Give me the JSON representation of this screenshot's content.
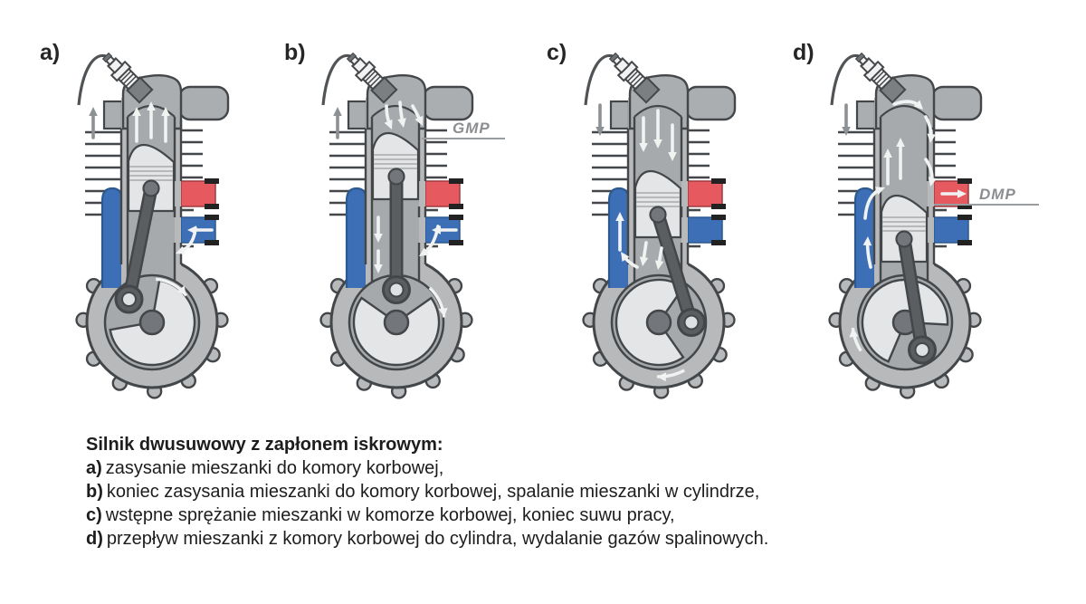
{
  "figure": {
    "background": "#ffffff",
    "panels": [
      {
        "id": "a",
        "label": "a)",
        "piston_position": "rising-mid-stroke",
        "spark_plug_wire_arrow": "up",
        "intake_flow": true,
        "exhaust_flow": false,
        "transfer_flow": false,
        "dead_center": null
      },
      {
        "id": "b",
        "label": "b)",
        "piston_position": "top-dead-center",
        "spark_plug_wire_arrow": "up",
        "intake_flow": true,
        "exhaust_flow": false,
        "transfer_flow": false,
        "dead_center": {
          "label": "GMP"
        }
      },
      {
        "id": "c",
        "label": "c)",
        "piston_position": "descending-mid-stroke",
        "spark_plug_wire_arrow": "down",
        "intake_flow": false,
        "exhaust_flow": false,
        "transfer_flow": true,
        "dead_center": null
      },
      {
        "id": "d",
        "label": "d)",
        "piston_position": "bottom-dead-center",
        "spark_plug_wire_arrow": "down",
        "intake_flow": false,
        "exhaust_flow": true,
        "transfer_flow": true,
        "dead_center": {
          "label": "DMP"
        }
      }
    ],
    "colors": {
      "outline": "#44474a",
      "metal": "#b7b9bb",
      "metal_dark": "#abaeb0",
      "interior": "#a7aaac",
      "disc": "#a6a9ab",
      "light": "#e4e5e6",
      "hub": "#73767a",
      "rod": "#5b5e61",
      "exhaust_port": "#e5595f",
      "intake_port": "#3d6fb6",
      "flow_arrow": "#f1f2f2",
      "gray_arrow": "#8e9194",
      "dc_label": "#8b8e91",
      "dc_line": "#9a9da0"
    }
  },
  "caption": {
    "title": "Silnik dwusuwowy z zapłonem iskrowym:",
    "items": [
      {
        "letter": "a)",
        "text": "zasysanie mieszanki do komory korbowej,"
      },
      {
        "letter": "b)",
        "text": "koniec zasysania mieszanki do komory korbowej, spalanie mieszanki w cylindrze,"
      },
      {
        "letter": "c)",
        "text": "wstępne sprężanie mieszanki w komorze korbowej, koniec suwu pracy,"
      },
      {
        "letter": "d)",
        "text": "przepływ mieszanki z komory korbowej do cylindra, wydalanie gazów spalinowych."
      }
    ]
  }
}
